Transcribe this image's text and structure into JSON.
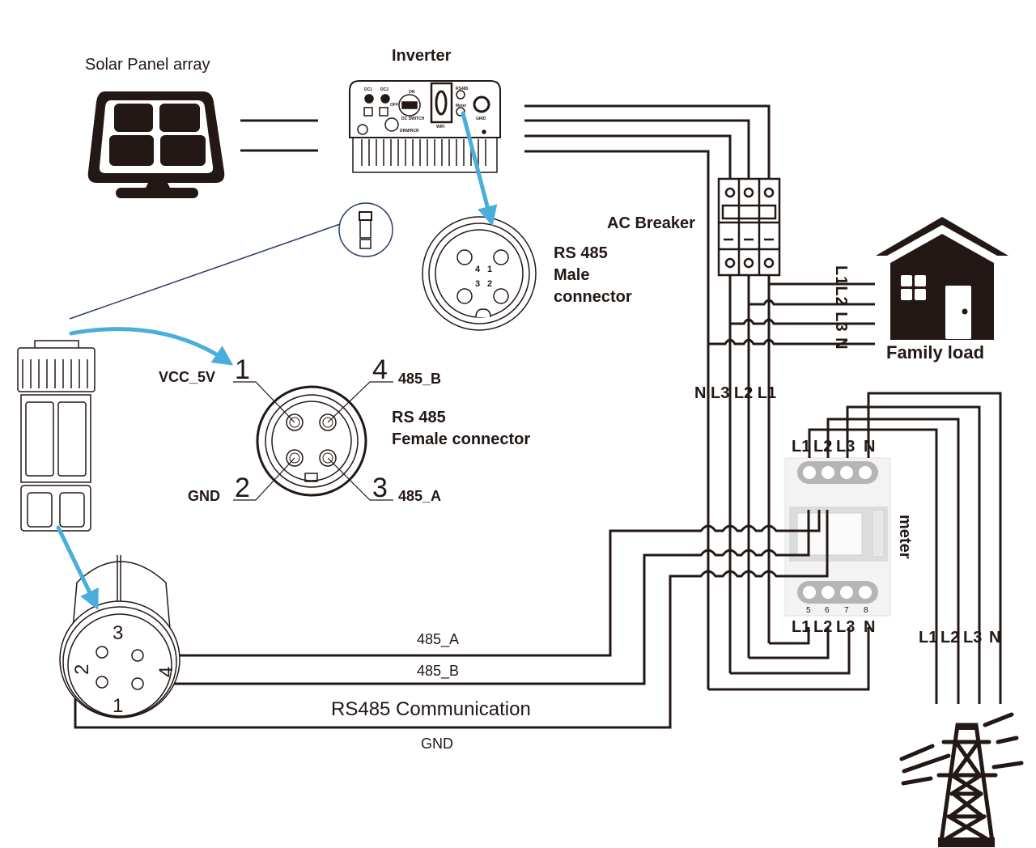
{
  "components": {
    "solar_panel": {
      "label": "Solar Panel array"
    },
    "inverter": {
      "label": "Inverter",
      "port_labels": [
        "DC1",
        "DC2",
        "ON",
        "OFF",
        "DC SWITCH",
        "DRM/RCR",
        "WIFI",
        "RS485",
        "Meter",
        "GRID"
      ]
    },
    "ac_breaker": {
      "label": "AC Breaker"
    },
    "male_connector": {
      "title_line1": "RS 485",
      "title_line2": "Male",
      "title_line3": "connector",
      "pins": [
        "4",
        "1",
        "3",
        "2"
      ]
    },
    "female_connector": {
      "title_line1": "RS 485",
      "title_line2": "Female connector",
      "pins": [
        {
          "number": "1",
          "signal": "VCC_5V"
        },
        {
          "number": "2",
          "signal": "GND"
        },
        {
          "number": "3",
          "signal": "485_A"
        },
        {
          "number": "4",
          "signal": "485_B"
        }
      ]
    },
    "plug_pins": [
      "3",
      "2",
      "4",
      "1"
    ],
    "family_load": {
      "label": "Family load",
      "phases": "L1L2 L3 N"
    },
    "meter": {
      "label": "meter",
      "top_terminals": [
        "L1",
        "L2",
        "L3",
        "N"
      ],
      "bottom_terminals": [
        "L1",
        "L2",
        "L3",
        "N"
      ],
      "terminal_numbers": [
        "5",
        "6",
        "7",
        "8"
      ]
    },
    "grid": {
      "phases": [
        "L1",
        "L2",
        "L3",
        "N"
      ]
    }
  },
  "bus_labels": {
    "breaker_out": "N L3 L2  L1"
  },
  "communication": {
    "title": "RS485 Communication",
    "wires": [
      "485_A",
      "485_B",
      "GND"
    ]
  },
  "colors": {
    "wire": "#231815",
    "arrow": "#4aaedc",
    "leader": "#2b3a6b",
    "meter_body": "#d9d9d9"
  }
}
